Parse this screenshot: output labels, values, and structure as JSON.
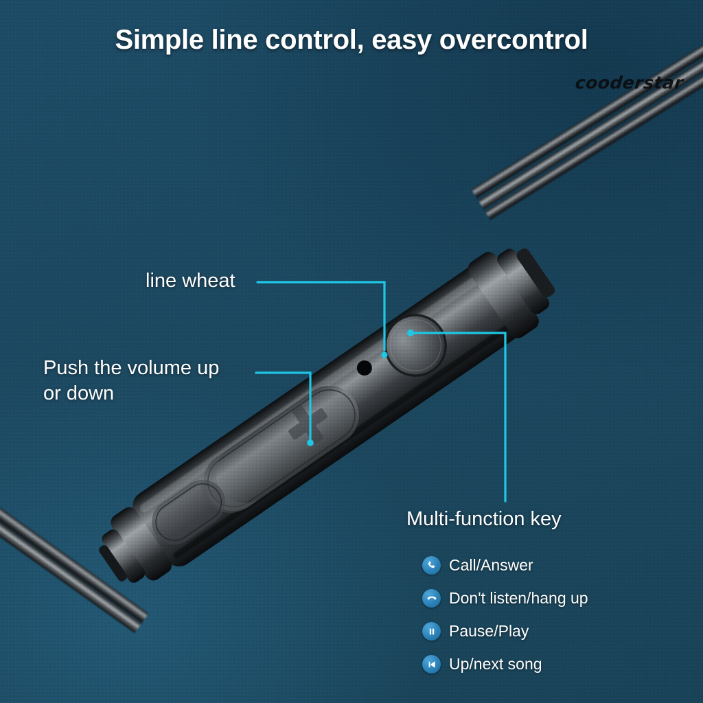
{
  "title": "Simple line control, easy overcontrol",
  "watermark": "cooderstar",
  "colors": {
    "background": "#1d4b66",
    "accent_cyan": "#1ec8e6",
    "icon_blue": "#2b82b8",
    "text_white": "#ffffff",
    "device_body": "#2f3336"
  },
  "callouts": [
    {
      "id": "line-wheat",
      "label": "line wheat"
    },
    {
      "id": "volume",
      "label": "Push the volume up\nor down"
    },
    {
      "id": "multi-function",
      "label": "Multi-function key"
    }
  ],
  "features": [
    {
      "icon": "phone-call-icon",
      "label": "Call/Answer"
    },
    {
      "icon": "phone-hangup-icon",
      "label": "Don't listen/hang up"
    },
    {
      "icon": "pause-play-icon",
      "label": "Pause/Play"
    },
    {
      "icon": "previous-track-icon",
      "label": "Up/next song"
    }
  ],
  "device": {
    "name": "inline-remote-control",
    "buttons": [
      {
        "name": "multi-function-button",
        "shape": "circle"
      },
      {
        "name": "volume-up-button",
        "symbol": "+"
      },
      {
        "name": "volume-down-button",
        "symbol": "-"
      }
    ],
    "microphone": {
      "name": "microphone-pinhole"
    }
  }
}
